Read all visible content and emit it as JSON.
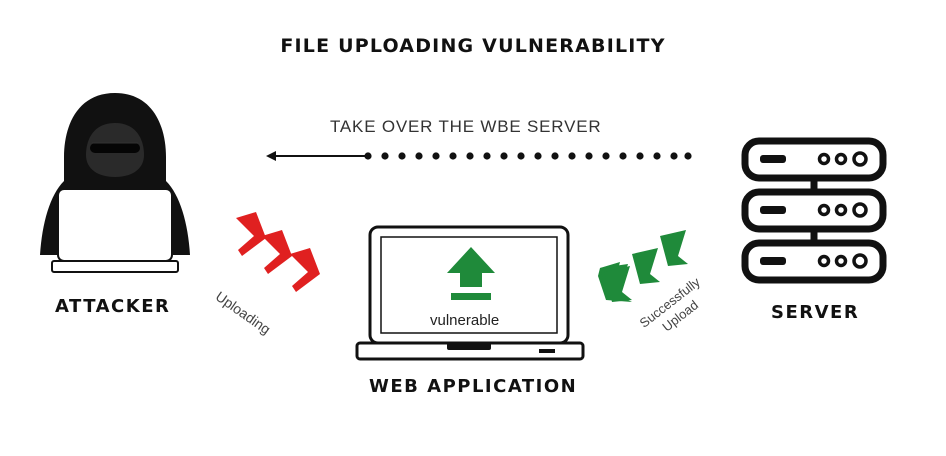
{
  "title": "FILE UPLOADING VULNERABILITY",
  "flow": {
    "takeover_label": "TAKE OVER THE WBE SERVER",
    "uploading_label": "Uploading",
    "success_line1": "Successfully",
    "success_line2": "Upload"
  },
  "nodes": {
    "attacker": "ATTACKER",
    "web_application": "WEB APPLICATION",
    "server": "SERVER"
  },
  "laptop_screen_text": "vulnerable",
  "icons": {
    "attacker": "hooded-hacker-icon",
    "web_application": "laptop-upload-icon",
    "server": "server-rack-icon"
  },
  "colors": {
    "upload_arrows": "#e02020",
    "success_arrows": "#1f8a3a",
    "upload_icon": "#1f8a3a",
    "ink": "#111111"
  }
}
